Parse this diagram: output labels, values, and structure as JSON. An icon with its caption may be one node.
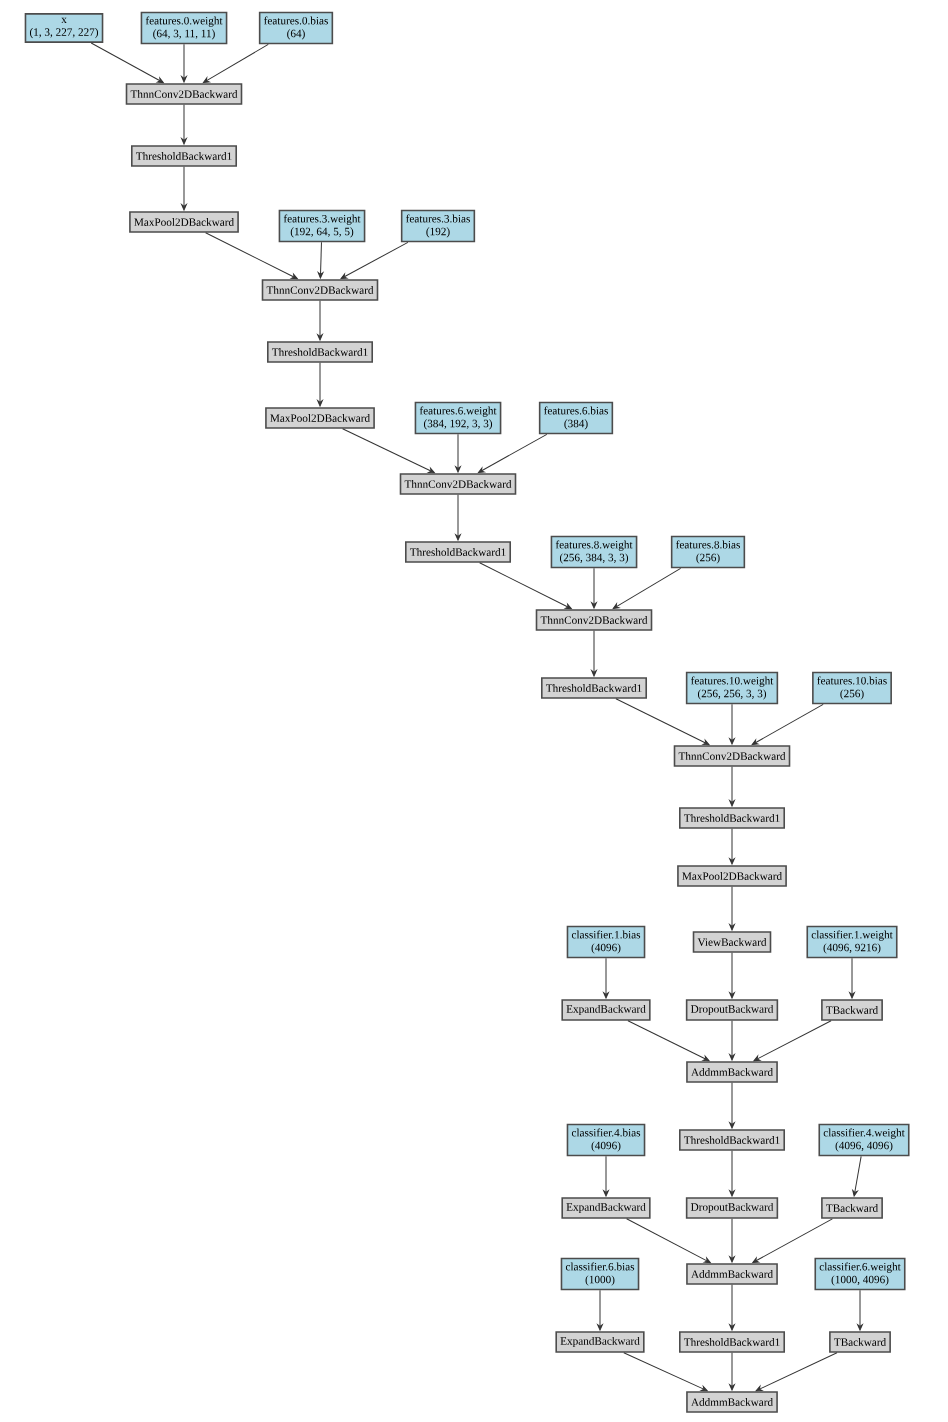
{
  "diagram": {
    "nodes": [
      {
        "text": [
          "x",
          "(1, 3, 227, 227)"
        ]
      },
      {
        "text": [
          "features.0.weight",
          "(64, 3, 11, 11)"
        ]
      },
      {
        "text": [
          "features.0.bias",
          "(64)"
        ]
      },
      {
        "text": [
          "ThnnConv2DBackward"
        ]
      },
      {
        "text": [
          "ThresholdBackward1"
        ]
      },
      {
        "text": [
          "MaxPool2DBackward"
        ]
      },
      {
        "text": [
          "features.3.weight",
          "(192, 64, 5, 5)"
        ]
      },
      {
        "text": [
          "features.3.bias",
          "(192)"
        ]
      },
      {
        "text": [
          "ThnnConv2DBackward"
        ]
      },
      {
        "text": [
          "ThresholdBackward1"
        ]
      },
      {
        "text": [
          "MaxPool2DBackward"
        ]
      },
      {
        "text": [
          "features.6.weight",
          "(384, 192, 3, 3)"
        ]
      },
      {
        "text": [
          "features.6.bias",
          "(384)"
        ]
      },
      {
        "text": [
          "ThnnConv2DBackward"
        ]
      },
      {
        "text": [
          "ThresholdBackward1"
        ]
      },
      {
        "text": [
          "features.8.weight",
          "(256, 384, 3, 3)"
        ]
      },
      {
        "text": [
          "features.8.bias",
          "(256)"
        ]
      },
      {
        "text": [
          "ThnnConv2DBackward"
        ]
      },
      {
        "text": [
          "ThresholdBackward1"
        ]
      },
      {
        "text": [
          "features.10.weight",
          "(256, 256, 3, 3)"
        ]
      },
      {
        "text": [
          "features.10.bias",
          "(256)"
        ]
      },
      {
        "text": [
          "ThnnConv2DBackward"
        ]
      },
      {
        "text": [
          "ThresholdBackward1"
        ]
      },
      {
        "text": [
          "MaxPool2DBackward"
        ]
      },
      {
        "text": [
          "classifier.1.bias",
          "(4096)"
        ]
      },
      {
        "text": [
          "ViewBackward"
        ]
      },
      {
        "text": [
          "classifier.1.weight",
          "(4096, 9216)"
        ]
      },
      {
        "text": [
          "ExpandBackward"
        ]
      },
      {
        "text": [
          "DropoutBackward"
        ]
      },
      {
        "text": [
          "TBackward"
        ]
      },
      {
        "text": [
          "AddmmBackward"
        ]
      },
      {
        "text": [
          "classifier.4.bias",
          "(4096)"
        ]
      },
      {
        "text": [
          "ThresholdBackward1"
        ]
      },
      {
        "text": [
          "classifier.4.weight",
          "(4096, 4096)"
        ]
      },
      {
        "text": [
          "ExpandBackward"
        ]
      },
      {
        "text": [
          "DropoutBackward"
        ]
      },
      {
        "text": [
          "TBackward"
        ]
      },
      {
        "text": [
          "classifier.6.bias",
          "(1000)"
        ]
      },
      {
        "text": [
          "AddmmBackward"
        ]
      },
      {
        "text": [
          "classifier.6.weight",
          "(1000, 4096)"
        ]
      },
      {
        "text": [
          "ExpandBackward"
        ]
      },
      {
        "text": [
          "ThresholdBackward1"
        ]
      },
      {
        "text": [
          "TBackward"
        ]
      },
      {
        "text": [
          "AddmmBackward"
        ]
      }
    ],
    "edges": [
      {
        "from": 0,
        "to": 3,
        "arrow": "to"
      },
      {
        "from": 1,
        "to": 3,
        "arrow": "to"
      },
      {
        "from": 2,
        "to": 3,
        "arrow": "to"
      },
      {
        "from": 3,
        "to": 4,
        "arrow": "to"
      },
      {
        "from": 4,
        "to": 5,
        "arrow": "to"
      },
      {
        "from": 5,
        "to": 8,
        "arrow": "to"
      },
      {
        "from": 6,
        "to": 8,
        "arrow": "to"
      },
      {
        "from": 7,
        "to": 8,
        "arrow": "to"
      },
      {
        "from": 8,
        "to": 9,
        "arrow": "to"
      },
      {
        "from": 9,
        "to": 10,
        "arrow": "to"
      },
      {
        "from": 10,
        "to": 13,
        "arrow": "to"
      },
      {
        "from": 11,
        "to": 13,
        "arrow": "to"
      },
      {
        "from": 12,
        "to": 13,
        "arrow": "to"
      },
      {
        "from": 13,
        "to": 14,
        "arrow": "to"
      },
      {
        "from": 14,
        "to": 17,
        "arrow": "to"
      },
      {
        "from": 15,
        "to": 17,
        "arrow": "to"
      },
      {
        "from": 16,
        "to": 17,
        "arrow": "to"
      },
      {
        "from": 17,
        "to": 18,
        "arrow": "to"
      },
      {
        "from": 18,
        "to": 21,
        "arrow": "to"
      },
      {
        "from": 19,
        "to": 21,
        "arrow": "to"
      },
      {
        "from": 20,
        "to": 21,
        "arrow": "to"
      },
      {
        "from": 21,
        "to": 22,
        "arrow": "to"
      },
      {
        "from": 22,
        "to": 23,
        "arrow": "to"
      },
      {
        "from": 23,
        "to": 25,
        "arrow": "to"
      },
      {
        "from": 24,
        "to": 27,
        "arrow": "to"
      },
      {
        "from": 25,
        "to": 28,
        "arrow": "to"
      },
      {
        "from": 26,
        "to": 29,
        "arrow": "to"
      },
      {
        "from": 27,
        "to": 30,
        "arrow": "to"
      },
      {
        "from": 28,
        "to": 30,
        "arrow": "to"
      },
      {
        "from": 29,
        "to": 30,
        "arrow": "to"
      },
      {
        "from": 30,
        "to": 32,
        "arrow": "to"
      },
      {
        "from": 31,
        "to": 34,
        "arrow": "to"
      },
      {
        "from": 32,
        "to": 35,
        "arrow": "to"
      },
      {
        "from": 33,
        "to": 36,
        "arrow": "to"
      },
      {
        "from": 34,
        "to": 38,
        "arrow": "to"
      },
      {
        "from": 35,
        "to": 38,
        "arrow": "to"
      },
      {
        "from": 36,
        "to": 38,
        "arrow": "to"
      },
      {
        "from": 37,
        "to": 40,
        "arrow": "to"
      },
      {
        "from": 38,
        "to": 41,
        "arrow": "to"
      },
      {
        "from": 39,
        "to": 42,
        "arrow": "to"
      },
      {
        "from": 40,
        "to": 43,
        "arrow": "to"
      },
      {
        "from": 41,
        "to": 43,
        "arrow": "to"
      },
      {
        "from": 42,
        "to": 43,
        "arrow": "to"
      }
    ]
  }
}
